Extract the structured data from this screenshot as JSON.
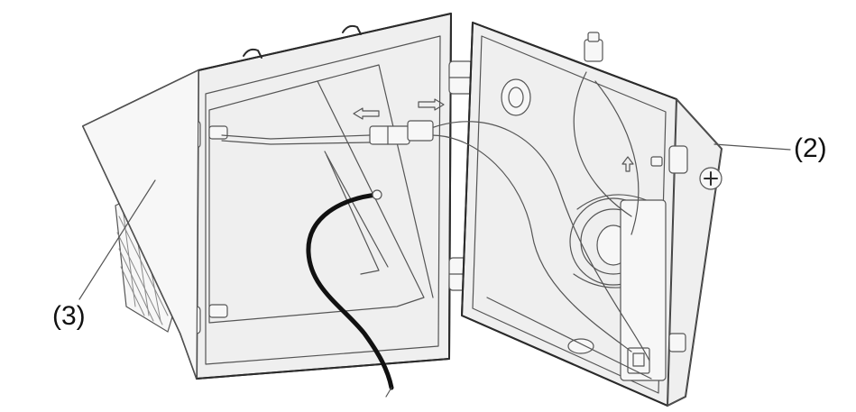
{
  "callouts": [
    {
      "id": "2",
      "label": "(2)"
    },
    {
      "id": "3",
      "label": "(3)"
    }
  ],
  "colors": {
    "line": "#2b2b2b",
    "wire": "#111111",
    "background": "#ffffff"
  }
}
